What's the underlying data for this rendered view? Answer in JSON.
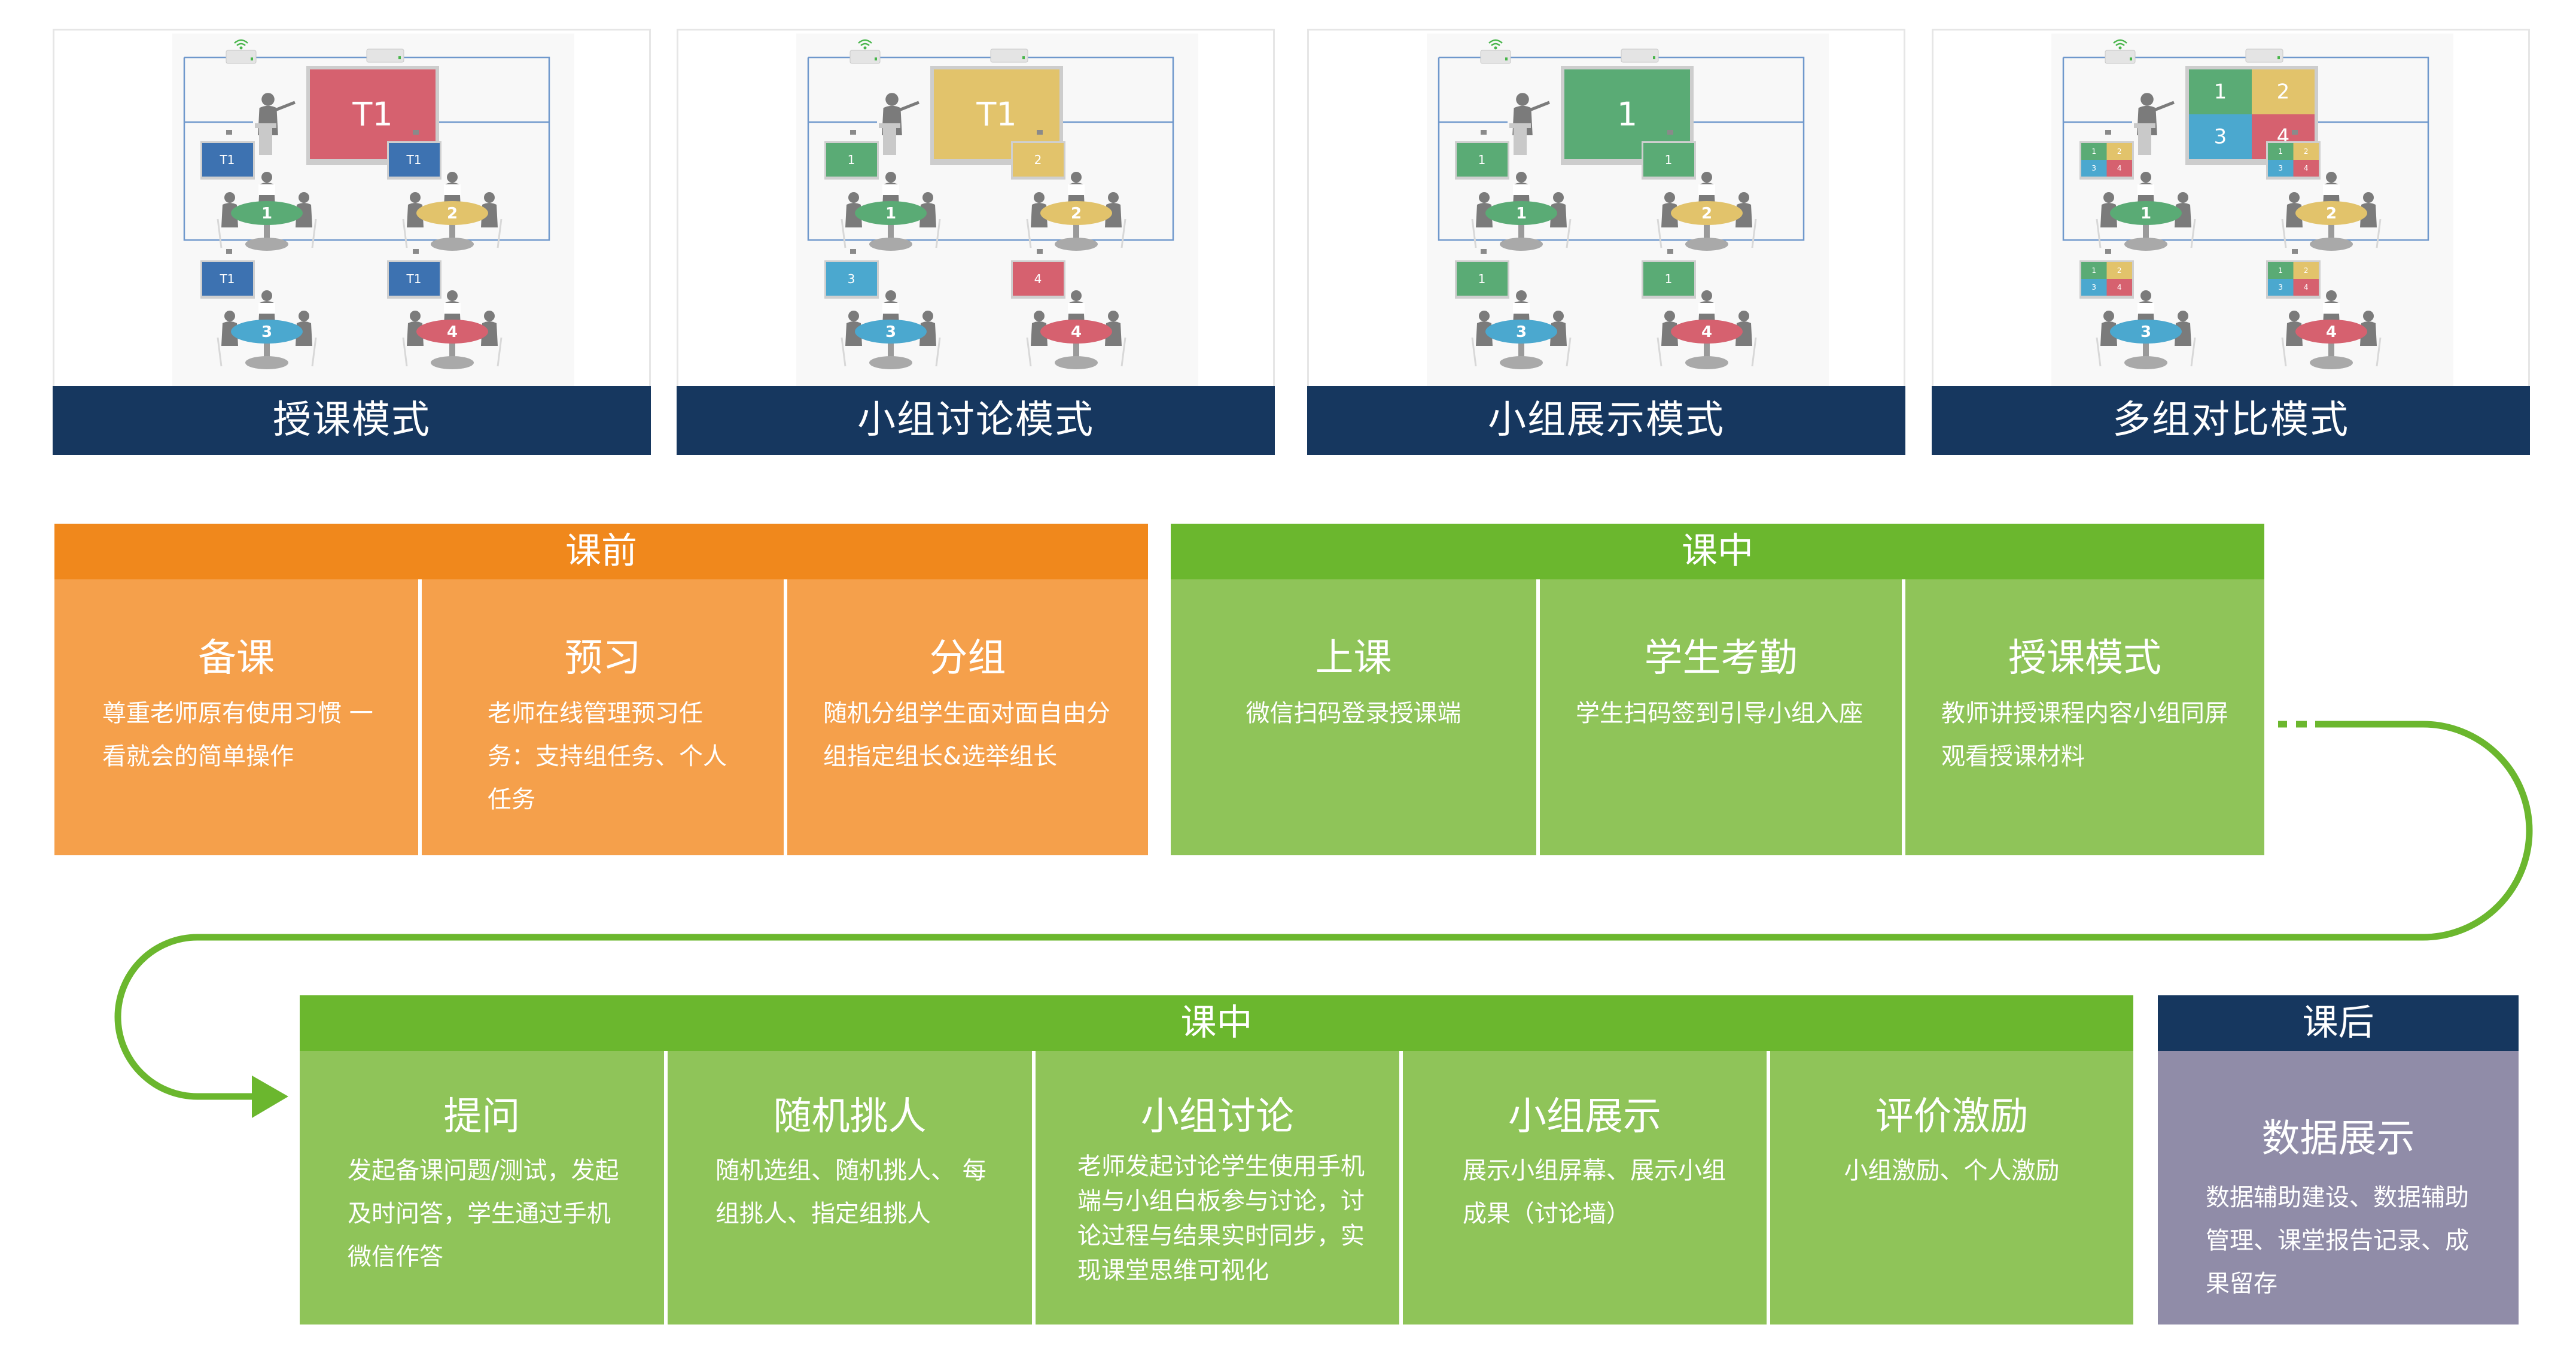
{
  "colors": {
    "navy": "#16375f",
    "orange_header": "#f0881c",
    "orange_body": "#f5a04b",
    "green_header": "#6bb72e",
    "green_body": "#8fc459",
    "purple_body": "#908ca8",
    "connector": "#6bb72e",
    "group_green": "#5aab75",
    "group_yellow": "#e2c36b",
    "group_blue": "#4ba8cf",
    "group_red": "#d6616f",
    "teacher_screen_blue": "#3d72b1",
    "network_line": "#6f98cc"
  },
  "modes": [
    {
      "label": "授课模式",
      "main_screen": {
        "type": "single",
        "text": "T1",
        "color": "#d6616f"
      },
      "group_screens": [
        {
          "text": "T1",
          "color": "#3d72b1"
        },
        {
          "text": "T1",
          "color": "#3d72b1"
        },
        {
          "text": "T1",
          "color": "#3d72b1"
        },
        {
          "text": "T1",
          "color": "#3d72b1"
        }
      ]
    },
    {
      "label": "小组讨论模式",
      "main_screen": {
        "type": "single",
        "text": "T1",
        "color": "#e2c36b"
      },
      "group_screens": [
        {
          "text": "1",
          "color": "#5aab75"
        },
        {
          "text": "2",
          "color": "#e2c36b"
        },
        {
          "text": "3",
          "color": "#4ba8cf"
        },
        {
          "text": "4",
          "color": "#d6616f"
        }
      ]
    },
    {
      "label": "小组展示模式",
      "main_screen": {
        "type": "single",
        "text": "1",
        "color": "#5aab75"
      },
      "group_screens": [
        {
          "text": "1",
          "color": "#5aab75"
        },
        {
          "text": "1",
          "color": "#5aab75"
        },
        {
          "text": "1",
          "color": "#5aab75"
        },
        {
          "text": "1",
          "color": "#5aab75"
        }
      ]
    },
    {
      "label": "多组对比模式",
      "main_screen": {
        "type": "quad",
        "text": "1,2,3,4"
      },
      "group_screens": [
        {
          "text": "quad",
          "color": "quad"
        },
        {
          "text": "quad",
          "color": "quad"
        },
        {
          "text": "quad",
          "color": "quad"
        },
        {
          "text": "quad",
          "color": "quad"
        }
      ]
    }
  ],
  "tables": [
    {
      "number": "1",
      "color": "#5aab75"
    },
    {
      "number": "2",
      "color": "#e2c36b"
    },
    {
      "number": "3",
      "color": "#4ba8cf"
    },
    {
      "number": "4",
      "color": "#d6616f"
    }
  ],
  "phases": {
    "before": {
      "title": "课前",
      "items": [
        {
          "title": "备课",
          "desc": "尊重老师原有使用习惯 一看就会的简单操作"
        },
        {
          "title": "预习",
          "desc": "老师在线管理预习任务：支持组任务、个人任务"
        },
        {
          "title": "分组",
          "desc": "随机分组学生面对面自由分组指定组长&选举组长"
        }
      ]
    },
    "during_1": {
      "title": "课中",
      "items": [
        {
          "title": "上课",
          "desc": "微信扫码登录授课端"
        },
        {
          "title": "学生考勤",
          "desc": "学生扫码签到引导小组入座"
        },
        {
          "title": "授课模式",
          "desc": "教师讲授课程内容小组同屏观看授课材料"
        }
      ]
    },
    "during_2": {
      "title": "课中",
      "items": [
        {
          "title": "提问",
          "desc": "发起备课问题/测试，发起 及时问答，学生通过手机 微信作答"
        },
        {
          "title": "随机挑人",
          "desc": "随机选组、随机挑人、 每组挑人、指定组挑人"
        },
        {
          "title": "小组讨论",
          "desc": "老师发起讨论学生使用手机 端与小组白板参与讨论，讨 论过程与结果实时同步，实 现课堂思维可视化"
        },
        {
          "title": "小组展示",
          "desc": "展示小组屏幕、展示小组成果（讨论墙）"
        },
        {
          "title": "评价激励",
          "desc": "小组激励、个人激励"
        }
      ]
    },
    "after": {
      "title": "课后",
      "items": [
        {
          "title": "数据展示",
          "desc": "数据辅助建设、数据辅助管理、课堂报告记录、成果留存"
        }
      ]
    }
  }
}
